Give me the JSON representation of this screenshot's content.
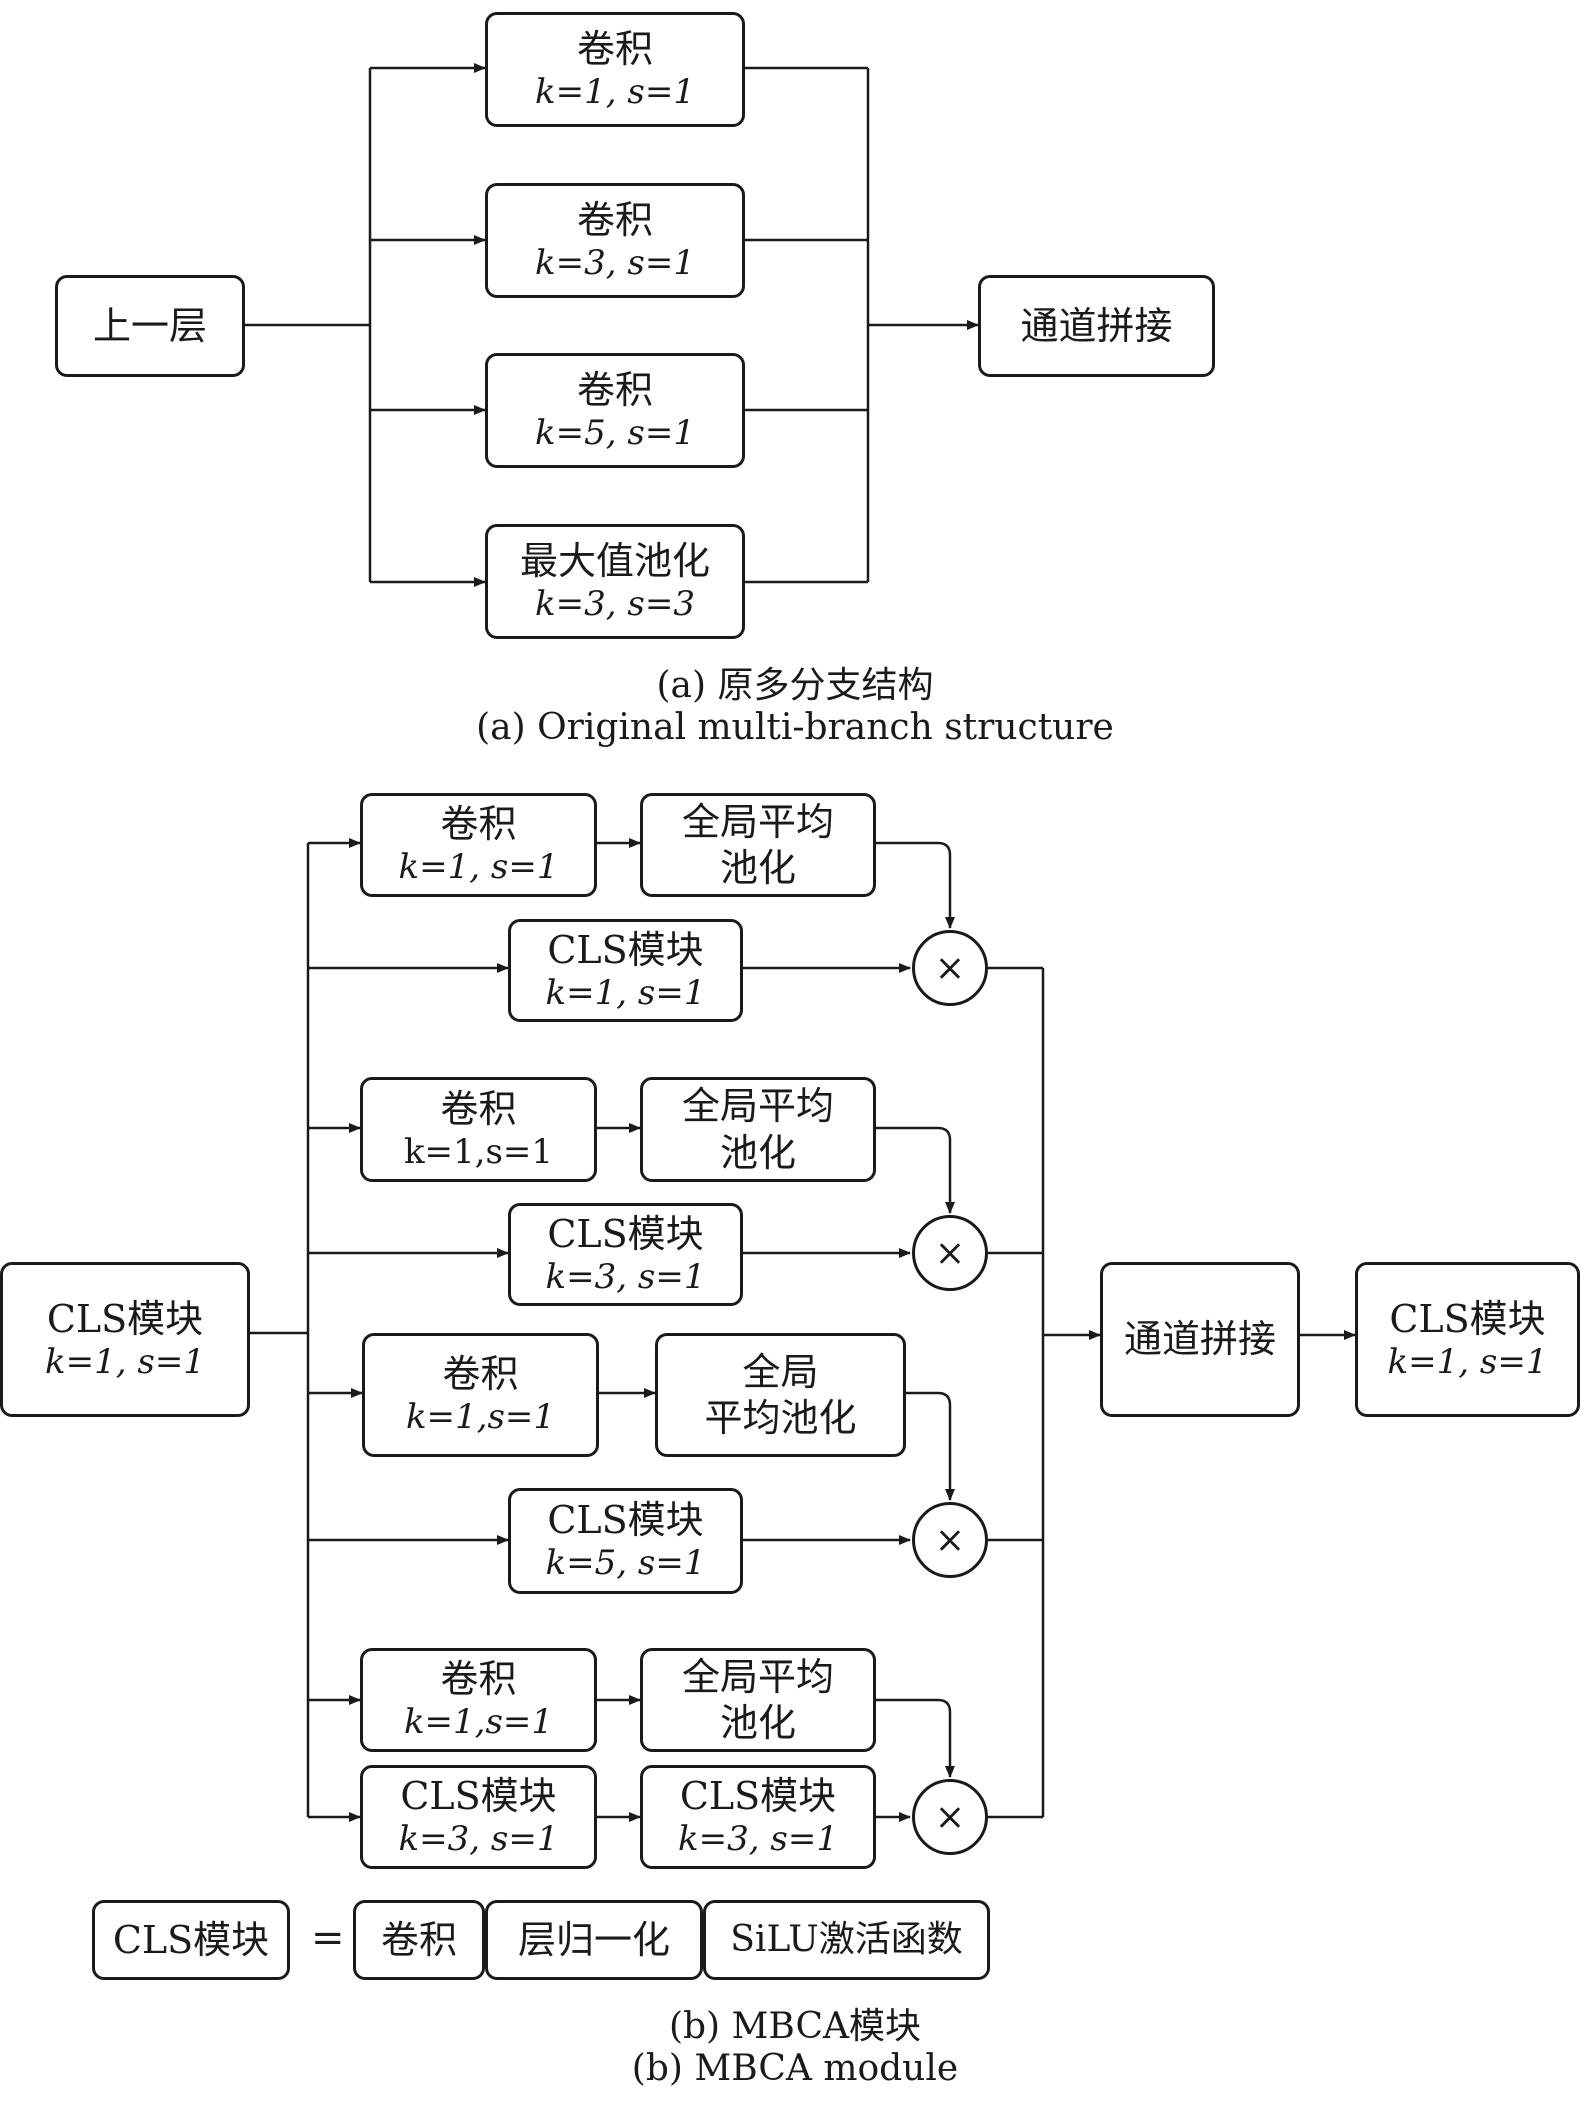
{
  "part_a": {
    "input_label": "上一层",
    "branches": [
      {
        "title": "卷积",
        "params": "k=1, s=1"
      },
      {
        "title": "卷积",
        "params": "k=3, s=1"
      },
      {
        "title": "卷积",
        "params": "k=5, s=1"
      },
      {
        "title": "最大值池化",
        "params": "k=3, s=3"
      }
    ],
    "concat_label": "通道拼接",
    "caption_cn": "(a) 原多分支结构",
    "caption_en": "(a) Original multi-branch structure"
  },
  "part_b": {
    "input_title": "CLS模块",
    "input_params": "k=1, s=1",
    "groups": [
      {
        "conv_title": "卷积",
        "conv_params": "k=1, s=1",
        "gap_line1": "全局平均",
        "gap_line2": "池化",
        "cls_title": "CLS模块",
        "cls_params": "k=1, s=1"
      },
      {
        "conv_title": "卷积",
        "conv_params": "k=1,s=1",
        "gap_line1": "全局平均",
        "gap_line2": "池化",
        "cls_title": "CLS模块",
        "cls_params": "k=3, s=1"
      },
      {
        "conv_title": "卷积",
        "conv_params": "k=1,s=1",
        "gap_line1": "全局",
        "gap_line2": "平均池化",
        "cls_title": "CLS模块",
        "cls_params": "k=5, s=1"
      },
      {
        "conv_title": "卷积",
        "conv_params": "k=1,s=1",
        "gap_line1": "全局平均",
        "gap_line2": "池化",
        "cls_title": "CLS模块",
        "cls_params": "k=3, s=1",
        "cls2_title": "CLS模块",
        "cls2_params": "k=3, s=1"
      }
    ],
    "multiply_symbol": "×",
    "concat_label": "通道拼接",
    "output_title": "CLS模块",
    "output_params": "k=1, s=1",
    "legend": {
      "lhs": "CLS模块",
      "equals": "=",
      "parts": [
        "卷积",
        "层归一化",
        "SiLU激活函数"
      ]
    },
    "caption_cn": "(b) MBCA模块",
    "caption_en": "(b) MBCA module"
  }
}
